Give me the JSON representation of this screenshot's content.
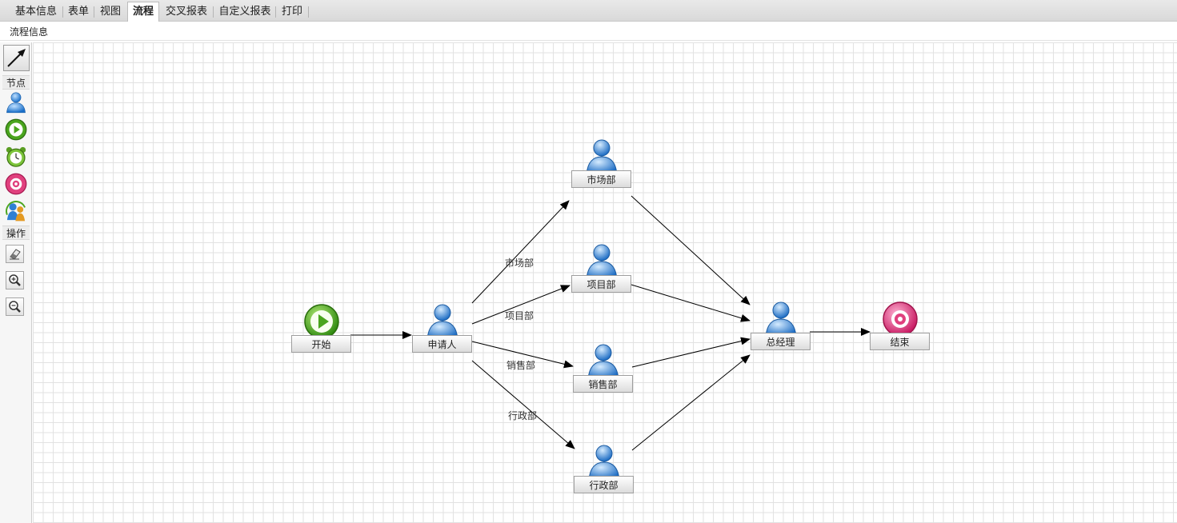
{
  "tabs": [
    {
      "label": "基本信息",
      "active": false
    },
    {
      "label": "表单",
      "active": false
    },
    {
      "label": "视图",
      "active": false
    },
    {
      "label": "流程",
      "active": true
    },
    {
      "label": "交叉报表",
      "active": false
    },
    {
      "label": "自定义报表",
      "active": false
    },
    {
      "label": "打印",
      "active": false
    }
  ],
  "subtitle": "流程信息",
  "toolbar": {
    "nodes_section": "节点",
    "operations_section": "操作"
  },
  "flow": {
    "nodes": {
      "start": "开始",
      "applicant": "申请人",
      "marketing": "市场部",
      "project": "项目部",
      "sales": "销售部",
      "admin": "行政部",
      "gm": "总经理",
      "end": "结束"
    },
    "edge_labels": {
      "marketing": "市场部",
      "project": "项目部",
      "sales": "销售部",
      "admin": "行政部"
    }
  }
}
